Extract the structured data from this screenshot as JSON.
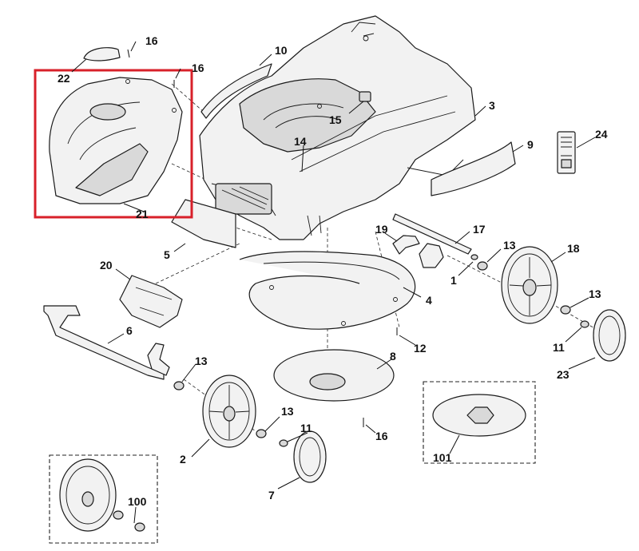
{
  "callouts": {
    "c1": "1",
    "c2": "2",
    "c3": "3",
    "c4": "4",
    "c5": "5",
    "c6": "6",
    "c7": "7",
    "c8": "8",
    "c9": "9",
    "c10": "10",
    "c11a": "11",
    "c11b": "11",
    "c12": "12",
    "c13a": "13",
    "c13b": "13",
    "c13c": "13",
    "c13d": "13",
    "c14": "14",
    "c15": "15",
    "c16a": "16",
    "c16b": "16",
    "c16c": "16",
    "c17": "17",
    "c18": "18",
    "c19": "19",
    "c20": "20",
    "c21": "21",
    "c22": "22",
    "c23": "23",
    "c24": "24",
    "c100": "100",
    "c101": "101"
  },
  "highlight": {
    "color": "#d8202a"
  }
}
